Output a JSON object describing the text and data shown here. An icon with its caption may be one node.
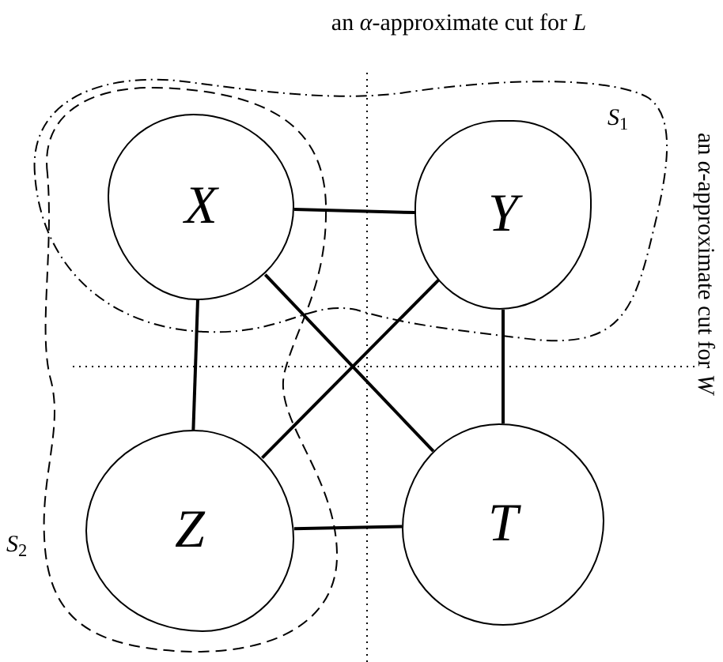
{
  "diagram": {
    "nodes": [
      {
        "text": [
          "*X*"
        ]
      },
      {
        "text": [
          "*Y*"
        ]
      },
      {
        "text": [
          "*Z*"
        ]
      },
      {
        "text": [
          "*T*"
        ]
      }
    ],
    "edges": [
      {
        "from": 0,
        "to": 1,
        "arrow": "none"
      },
      {
        "from": 0,
        "to": 2,
        "arrow": "none"
      },
      {
        "from": 0,
        "to": 3,
        "arrow": "none"
      },
      {
        "from": 1,
        "to": 2,
        "arrow": "none"
      },
      {
        "from": 1,
        "to": 3,
        "arrow": "none"
      },
      {
        "from": 2,
        "to": 3,
        "arrow": "none"
      }
    ],
    "labels": [
      "an *α*-approximate cut for *L*",
      "*S*$_{1}$",
      "an *α*-approximate cut for *W*",
      "*S*$_{2}$"
    ]
  }
}
